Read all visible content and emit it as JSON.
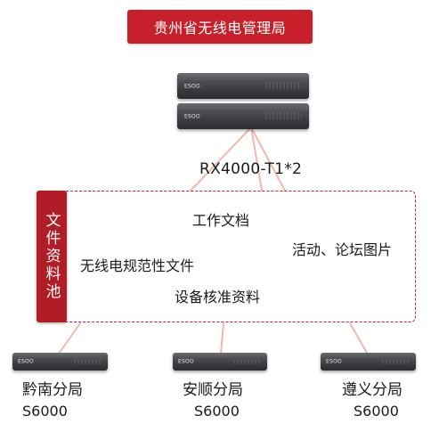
{
  "header": {
    "title": "贵州省无线电管理局"
  },
  "server": {
    "brand": "ESOO",
    "model": "RX4000-T1*2"
  },
  "pool": {
    "title": "文件资料池",
    "items": [
      "工作文档",
      "活动、论坛图片",
      "无线电规范性文件",
      "设备核准资料"
    ]
  },
  "branches": [
    {
      "name": "黔南分局",
      "model": "S6000",
      "brand": "ESOO"
    },
    {
      "name": "安顺分局",
      "model": "S6000",
      "brand": "ESOO"
    },
    {
      "name": "遵义分局",
      "model": "S6000",
      "brand": "ESOO"
    }
  ],
  "colors": {
    "accent": "#c8202a",
    "link": "#f2b8b0",
    "device": "#3c3e43"
  }
}
